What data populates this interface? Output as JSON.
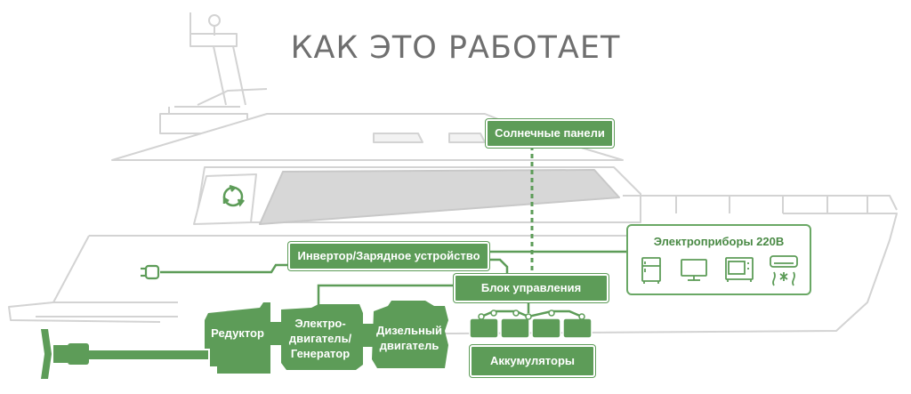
{
  "title": "КАК ЭТО РАБОТАЕТ",
  "labels": {
    "solar": "Солнечные панели",
    "inverter": "Инвертор/Зарядное устройство",
    "appliances": "Электроприборы 220В",
    "control": "Блок управления",
    "batteries": "Аккумуляторы",
    "reducer": "Редуктор",
    "motor_line1": "Электро-",
    "motor_line2": "двигатель/",
    "motor_line3": "Генератор",
    "diesel_line1": "Дизельный",
    "diesel_line2": "двигатель"
  },
  "icons": [
    "recycle-icon",
    "plug-icon",
    "fridge-icon",
    "tv-icon",
    "microwave-icon",
    "air-conditioner-icon"
  ],
  "colors": {
    "green": "#5d9c58",
    "outline": "#d0d0d0",
    "title": "#6f6f6f"
  }
}
